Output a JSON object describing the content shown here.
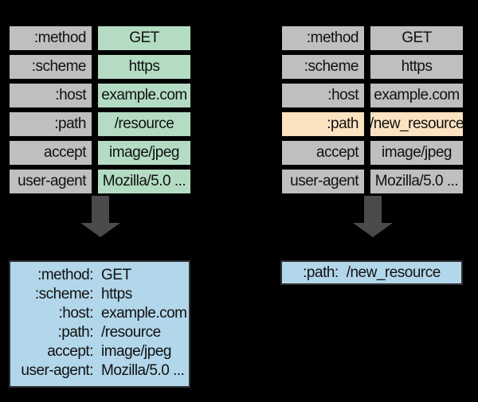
{
  "colors": {
    "bg": "#000000",
    "gray": "#bfbfbf",
    "green": "#b4dcc3",
    "peach": "#fbe3c1",
    "blue": "#b2d6ea",
    "arrow": "#4a4a4a",
    "border": "#2f2f2f",
    "text": "#111111"
  },
  "request1": {
    "rows": [
      {
        "name": ":method",
        "value": "GET",
        "highlighted": false
      },
      {
        "name": ":scheme",
        "value": "https",
        "highlighted": false
      },
      {
        "name": ":host",
        "value": "example.com",
        "highlighted": false
      },
      {
        "name": ":path",
        "value": "/resource",
        "highlighted": false
      },
      {
        "name": "accept",
        "value": "image/jpeg",
        "highlighted": false
      },
      {
        "name": "user-agent",
        "value": "Mozilla/5.0 ...",
        "highlighted": false
      }
    ]
  },
  "request2": {
    "rows": [
      {
        "name": ":method",
        "value": "GET",
        "highlighted": false
      },
      {
        "name": ":scheme",
        "value": "https",
        "highlighted": false
      },
      {
        "name": ":host",
        "value": "example.com",
        "highlighted": false
      },
      {
        "name": ":path",
        "value": "/new_resource",
        "highlighted": true
      },
      {
        "name": "accept",
        "value": "image/jpeg",
        "highlighted": false
      },
      {
        "name": "user-agent",
        "value": "Mozilla/5.0 ...",
        "highlighted": false
      }
    ]
  },
  "encoded1": {
    "lines": [
      {
        "key": ":method:",
        "value": "GET"
      },
      {
        "key": ":scheme:",
        "value": "https"
      },
      {
        "key": ":host:",
        "value": "example.com"
      },
      {
        "key": ":path:",
        "value": "/resource"
      },
      {
        "key": "accept:",
        "value": "image/jpeg"
      },
      {
        "key": "user-agent:",
        "value": "Mozilla/5.0 ..."
      }
    ]
  },
  "encoded2": {
    "lines": [
      {
        "key": ":path:",
        "value": "/new_resource"
      }
    ]
  }
}
